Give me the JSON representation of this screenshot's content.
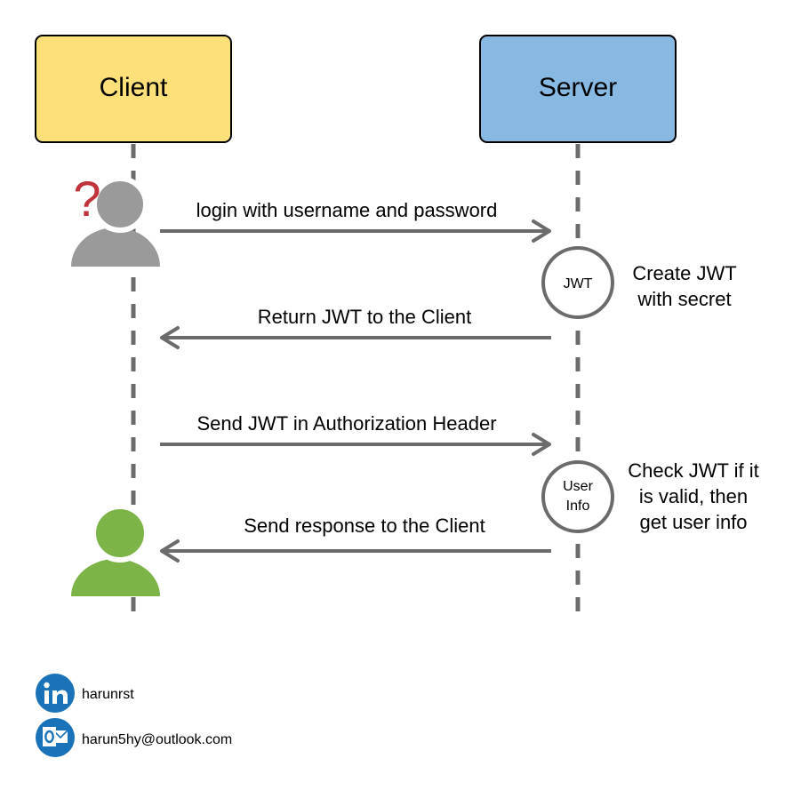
{
  "participants": {
    "client": {
      "label": "Client",
      "color": "#fde07a"
    },
    "server": {
      "label": "Server",
      "color": "#87b9e3"
    }
  },
  "messages": [
    {
      "label": "login with username and password",
      "direction": "client-to-server"
    },
    {
      "label": "Return JWT to the Client",
      "direction": "server-to-client"
    },
    {
      "label": "Send JWT in Authorization Header",
      "direction": "client-to-server"
    },
    {
      "label": "Send response to the Client",
      "direction": "server-to-client"
    }
  ],
  "server_steps": [
    {
      "badge": "JWT",
      "note_lines": [
        "Create JWT",
        "with secret"
      ]
    },
    {
      "badge_lines": [
        "User",
        "Info"
      ],
      "note_lines": [
        "Check JWT if it",
        "is valid, then",
        "get user info"
      ]
    }
  ],
  "actors": {
    "unknown_user": {
      "color": "#9a9a9a",
      "question_mark": "?",
      "question_color": "#c0333a"
    },
    "authenticated_user": {
      "color": "#7cb448"
    }
  },
  "contacts": {
    "linkedin": {
      "icon": "linkedin-icon",
      "text": "harunrst",
      "color": "#1a73b8"
    },
    "email": {
      "icon": "outlook-icon",
      "text": "harun5hy@outlook.com",
      "color": "#1a73b8"
    }
  },
  "colors": {
    "line": "#6b6b6b",
    "box_border": "#000000"
  }
}
